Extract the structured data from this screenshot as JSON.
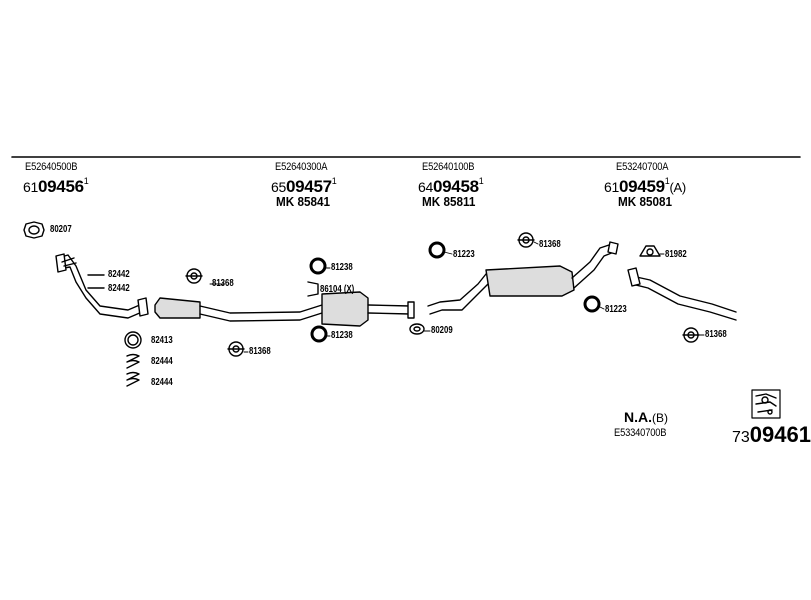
{
  "sections": [
    {
      "oe_number": "E52640500B",
      "prefix": "61",
      "number": "09456",
      "sup": "1",
      "suffix": ""
    },
    {
      "oe_number": "E52640300A",
      "prefix": "65",
      "number": "09457",
      "sup": "1",
      "suffix": "",
      "mk": "MK  85841"
    },
    {
      "oe_number": "E52640100B",
      "prefix": "64",
      "number": "09458",
      "sup": "1",
      "suffix": "",
      "mk": "MK  85811"
    },
    {
      "oe_number": "E53240700A",
      "prefix": "61",
      "number": "09459",
      "sup": "1",
      "suffix": "(A)",
      "mk": "MK  85081"
    }
  ],
  "parts": {
    "p80207": "80207",
    "p82442a": "82442",
    "p82442b": "82442",
    "p82413": "82413",
    "p82444a": "82444",
    "p82444b": "82444",
    "p81368a": "81368",
    "p81368b": "81368",
    "p81238a": "81238",
    "p86104": "86104 (X)",
    "p81238b": "81238",
    "p80209": "80209",
    "p81223a": "81223",
    "p81368c": "81368",
    "p81223b": "81223",
    "p81982": "81982",
    "p81368d": "81368"
  },
  "na": {
    "label": "N.A.",
    "suffix": "(B)",
    "oe_number": "E53340700B"
  },
  "diagram_number": {
    "prefix": "73",
    "number": "09461"
  },
  "icons": {
    "diagram_icon": "exhaust-diagram-icon"
  }
}
